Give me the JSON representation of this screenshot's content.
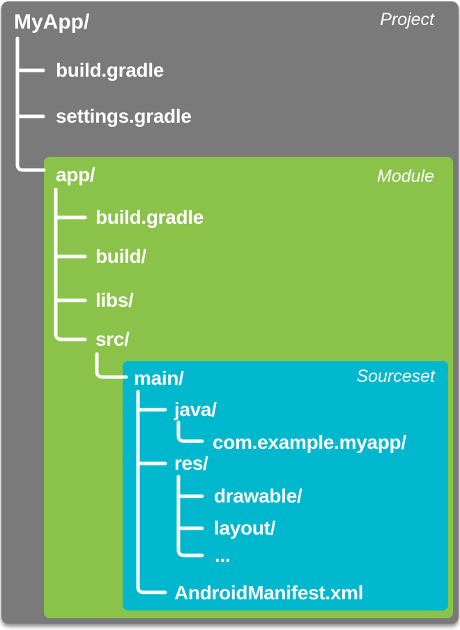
{
  "palette": {
    "canvas_bg": "#ffffff",
    "project_bg": "#7a7a7a",
    "module_bg": "#8bc34a",
    "sourceset_bg": "#00b8cd",
    "text_color": "#ffffff",
    "line_color": "#ffffff"
  },
  "project": {
    "title": "MyApp/",
    "badge": "Project",
    "rows": [
      "build.gradle",
      "settings.gradle"
    ]
  },
  "module": {
    "title": "app/",
    "badge": "Module",
    "rows": [
      "build.gradle",
      "build/",
      "libs/",
      "src/"
    ]
  },
  "sourceset": {
    "title": "main/",
    "badge": "Sourceset",
    "rows": [
      "java/",
      "com.example.myapp/",
      "res/",
      "drawable/",
      "layout/",
      "...",
      "AndroidManifest.xml"
    ]
  }
}
